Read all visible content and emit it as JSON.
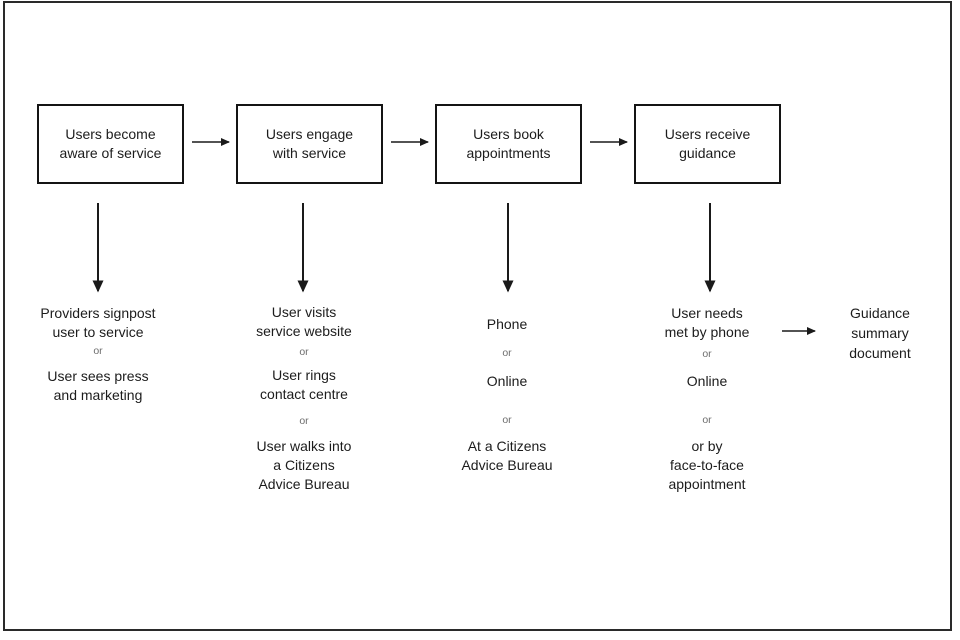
{
  "diagram": {
    "colors": {
      "text": "#1c1c1c",
      "or_text": "#6e6e6e",
      "line": "#1a1a1a"
    },
    "stages": [
      {
        "box": "Users become\naware of service",
        "items": [
          "Providers signpost\nuser to service",
          "or",
          "User sees press\nand marketing"
        ]
      },
      {
        "box": "Users engage\nwith service",
        "items": [
          "User visits\nservice website",
          "or",
          "User rings\ncontact centre",
          "or",
          "User walks into\na Citizens\nAdvice Bureau"
        ]
      },
      {
        "box": "Users book\nappointments",
        "items": [
          "Phone",
          "or",
          "Online",
          "or",
          "At a Citizens\nAdvice Bureau"
        ]
      },
      {
        "box": "Users receive\nguidance",
        "items": [
          "User needs\nmet by phone",
          "or",
          "Online",
          "or",
          "or by\nface-to-face\nappointment"
        ]
      }
    ],
    "output": "Guidance\nsummary\ndocument"
  }
}
